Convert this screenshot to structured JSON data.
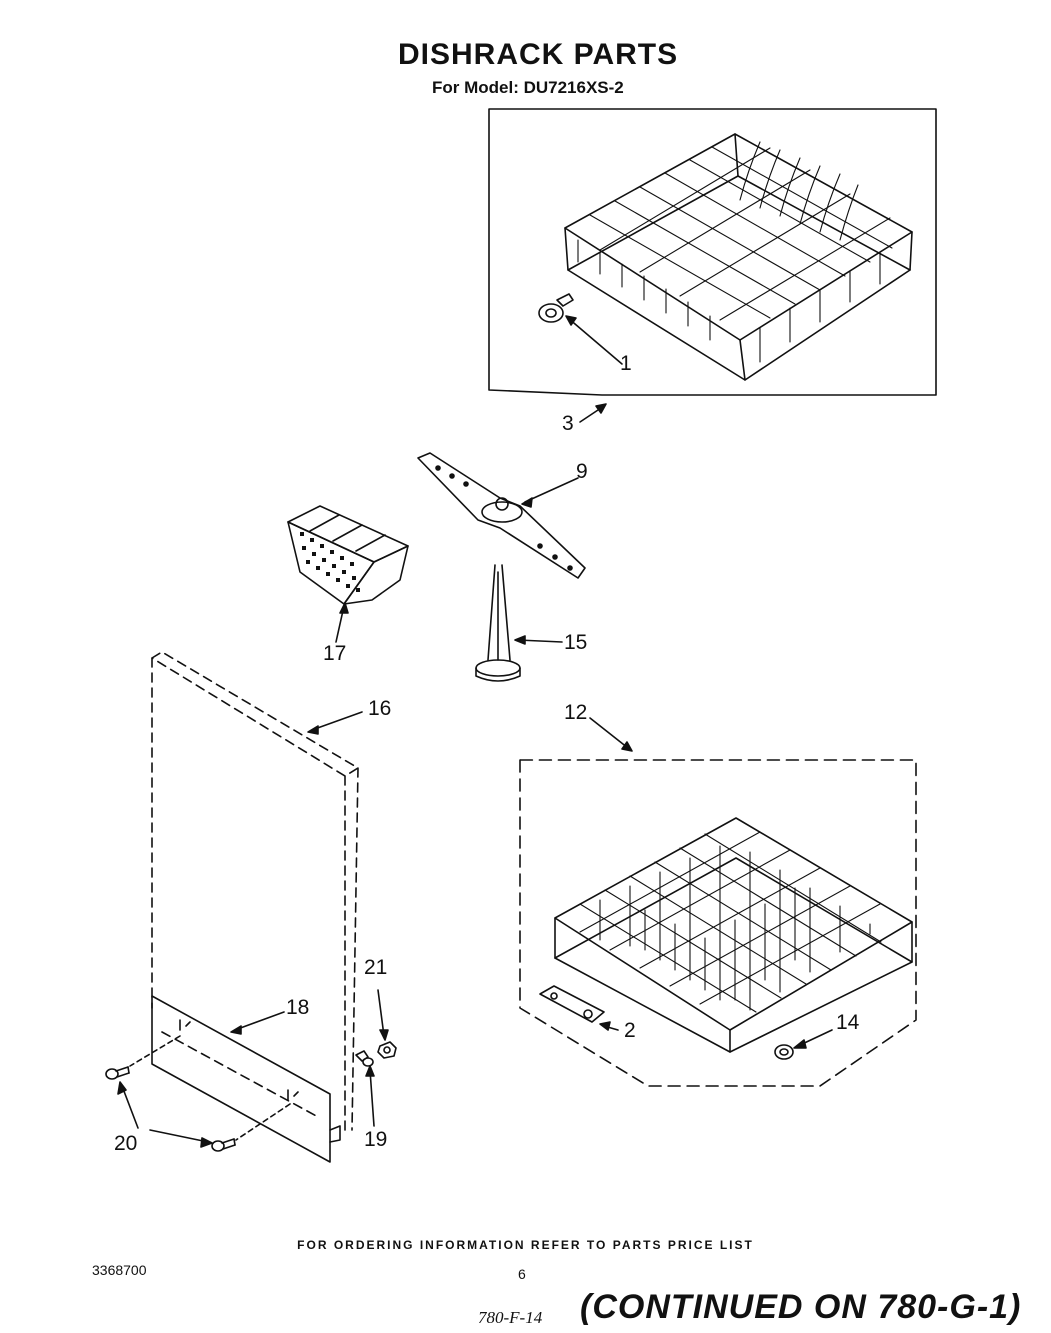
{
  "header": {
    "title": "DISHRACK PARTS",
    "model_line": "For Model: DU7216XS-2"
  },
  "callouts": {
    "c1": "1",
    "c2": "2",
    "c3": "3",
    "c9": "9",
    "c12": "12",
    "c14": "14",
    "c15": "15",
    "c16": "16",
    "c17": "17",
    "c18": "18",
    "c19": "19",
    "c20": "20",
    "c21": "21"
  },
  "footer": {
    "ordering_note": "FOR ORDERING INFORMATION REFER TO PARTS PRICE LIST",
    "document_number": "3368700",
    "page_number": "6",
    "handwritten_ref": "780-F-14",
    "continued": "(CONTINUED ON 780-G-1)"
  },
  "colors": {
    "ink": "#111111",
    "paper": "#ffffff"
  }
}
